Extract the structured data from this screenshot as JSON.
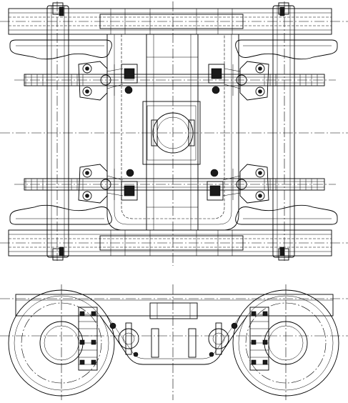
{
  "drawing": {
    "views": [
      {
        "id": "plan-view",
        "kind": "top view of bogie frame"
      },
      {
        "id": "side-view",
        "kind": "side elevation with wheels"
      }
    ],
    "colors": {
      "line": "#000000",
      "paper": "#ffffff"
    }
  }
}
